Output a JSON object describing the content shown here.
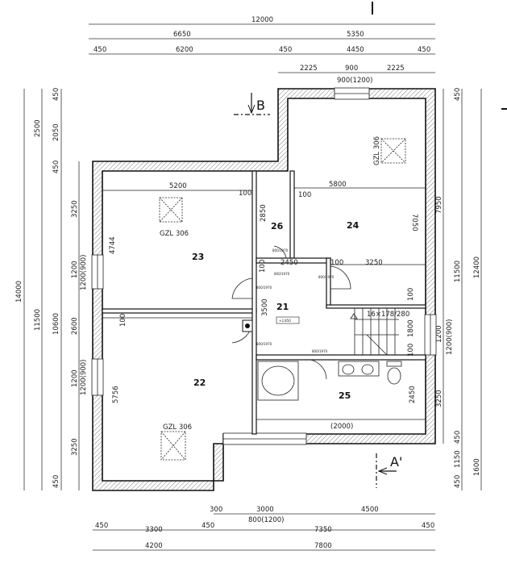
{
  "title": "Floor plan - upper floor",
  "dims_top": {
    "row1": [
      "12000"
    ],
    "row2": [
      "6650",
      "5350"
    ],
    "row3": [
      "450",
      "6200",
      "450",
      "4450",
      "450"
    ],
    "row4": [
      "2225",
      "900",
      "2225"
    ],
    "row4_sub": "900(1200)"
  },
  "dims_bottom": {
    "row1": [
      "300",
      "3000",
      "4500"
    ],
    "row1_sub": "800(1200)",
    "row2": [
      "450",
      "3300",
      "450",
      "7350",
      "450"
    ],
    "row3": [
      "4200",
      "7800"
    ]
  },
  "dims_left": {
    "outer": "14000",
    "second": [
      "2500",
      "11500"
    ],
    "third": [
      "450",
      "2050",
      "450",
      "10600",
      "450"
    ],
    "fourth": [
      "3250",
      "1200",
      "2600",
      "1200",
      "3250"
    ],
    "fourth_sub": [
      "1200(900)",
      "1200(900)"
    ]
  },
  "dims_right": {
    "first": [
      "7950",
      "1200",
      "3250"
    ],
    "first_sub": "1200(900)",
    "second": [
      "450",
      "11500",
      "450",
      "1150",
      "450"
    ],
    "third": [
      "12400",
      "1600"
    ]
  },
  "rooms": {
    "r21": "21",
    "r22": "22",
    "r23": "23",
    "r24": "24",
    "r25": "25",
    "r26": "26"
  },
  "interior_dims": {
    "d5200": "5200",
    "d100a": "100",
    "d5800": "5800",
    "d7050": "7050",
    "d2850": "2850",
    "d4744": "4744",
    "d2450": "2450",
    "d100b": "100",
    "d3250": "3250",
    "d100c": "100",
    "d3500": "3500",
    "d100d": "100",
    "d100e": "100",
    "d1800": "1800",
    "d100f": "100",
    "d5756": "5756",
    "d2450b": "2450",
    "d2000": "(2000)",
    "d100g": "100"
  },
  "skylights": [
    "GZL 306",
    "GZL 306",
    "GZL 306"
  ],
  "stairs": "16×178/280",
  "level": "+2.850",
  "doors": [
    "800/1970",
    "800/1970",
    "800/1970",
    "800/1970",
    "800/1970",
    "800/1970"
  ],
  "sections": {
    "b": "B",
    "a": "A'"
  }
}
